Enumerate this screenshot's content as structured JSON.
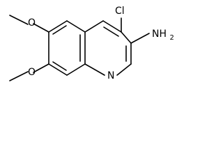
{
  "molecule": {
    "atoms": {
      "cl": "Cl",
      "nh2_main": "NH",
      "nh2_sub": "2",
      "o_upper": "O",
      "o_lower": "O",
      "n_ring": "N"
    }
  }
}
